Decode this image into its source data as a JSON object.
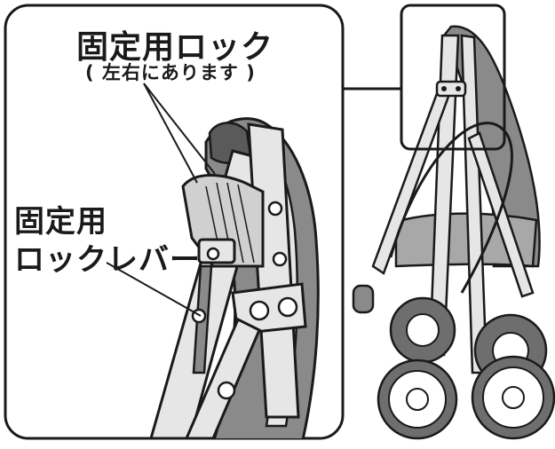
{
  "labels": {
    "lock_title": "固定用ロック",
    "lock_note": "( 左右にあります )",
    "lever_line1": "固定用",
    "lever_line2": "ロックレバー"
  },
  "colors": {
    "outline": "#1a1a1a",
    "frame_light": "#e6e6e6",
    "fabric_dark": "#8a8a8a",
    "fabric_mid": "#a8a8a8",
    "tire": "#6e6e6e"
  }
}
